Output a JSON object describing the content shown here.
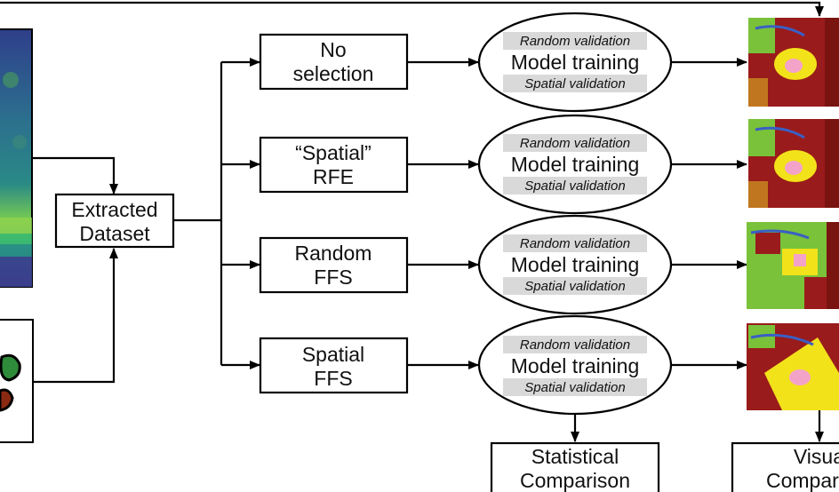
{
  "nodes": {
    "extracted": {
      "line1": "Extracted",
      "line2": "Dataset"
    },
    "methods": [
      {
        "line1": "No",
        "line2": "selection"
      },
      {
        "line1": "“Spatial”",
        "line2": "RFE"
      },
      {
        "line1": "Random",
        "line2": "FFS"
      },
      {
        "line1": "Spatial",
        "line2": "FFS"
      }
    ],
    "training": {
      "top": "Random validation",
      "middle": "Model training",
      "bottom": "Spatial validation"
    },
    "statistical": {
      "line1": "Statistical",
      "line2": "Comparison"
    },
    "visual": {
      "line1": "Visual",
      "line2": "Comparison"
    }
  },
  "colors": {
    "validation_bg": "#d9d9d9",
    "raster_dark": "#3b2a6e",
    "raster_mid": "#2a7e8e",
    "raster_light": "#8fd14f",
    "map_red": "#9a1b1b",
    "map_yellow": "#f2e21a",
    "map_green": "#79c23a",
    "map_pink": "#f4a3c8"
  }
}
